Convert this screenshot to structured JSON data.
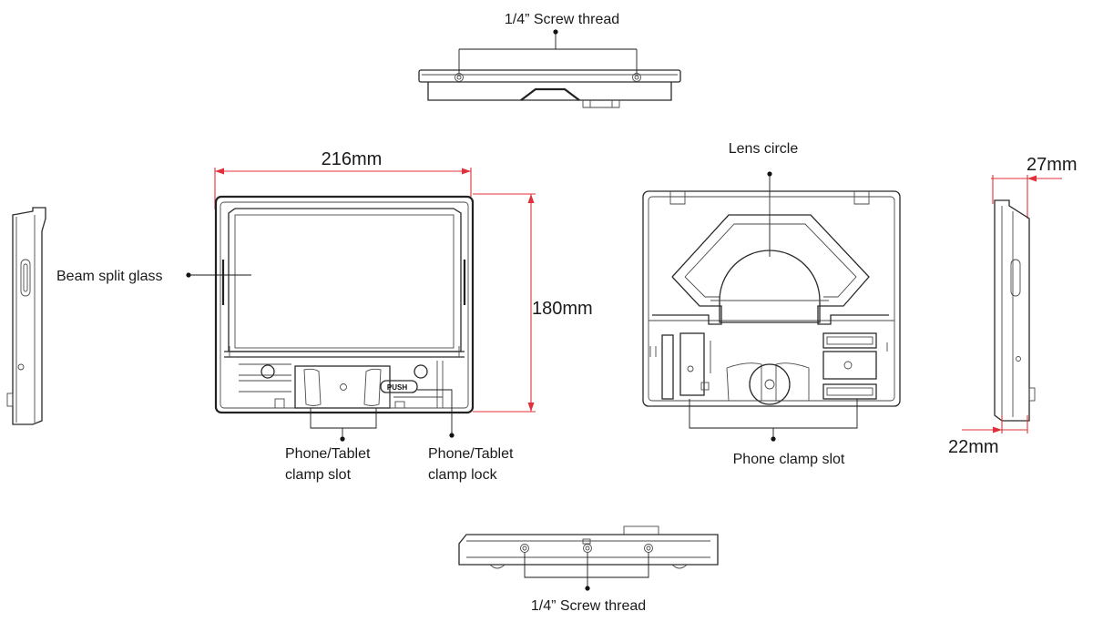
{
  "labels": {
    "screw_top": "1/4” Screw thread",
    "screw_bottom": "1/4” Screw thread",
    "lens_circle": "Lens circle",
    "beam_split": "Beam split glass",
    "tablet_slot_line1": "Phone/Tablet",
    "tablet_slot_line2": "clamp slot",
    "tablet_lock_line1": "Phone/Tablet",
    "tablet_lock_line2": "clamp lock",
    "phone_slot": "Phone clamp slot",
    "push": "PUSH"
  },
  "dimensions": {
    "width": "216mm",
    "height": "180mm",
    "depth_top": "27mm",
    "depth_bottom": "22mm"
  },
  "colors": {
    "dimension_line": "#e0303a",
    "outline": "#2a2a2a"
  }
}
